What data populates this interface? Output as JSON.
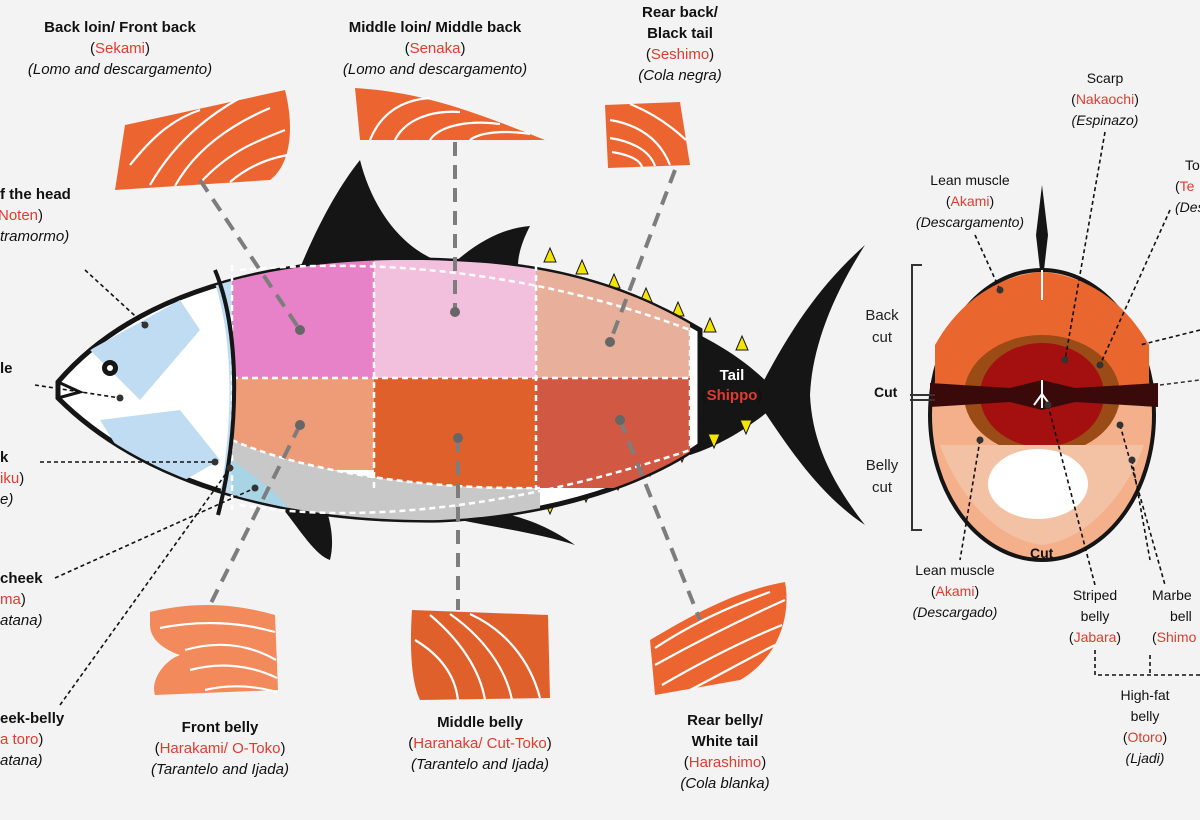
{
  "colors": {
    "japanese_name": "#e03b2f",
    "steak": "#ec6530",
    "steak_light": "#f28a5c",
    "dorsal_loin": "#e882c8",
    "middle_back": "#f2bfdc",
    "rear_back": "#e8b09a",
    "front_belly": "#ee9b78",
    "middle_belly": "#e0602c",
    "rear_belly": "#d15842",
    "head": "#bfdcf2",
    "fish_dark": "#151515",
    "finlet": "#f4e500"
  },
  "labels": {
    "back_loin": {
      "title": "Back loin/ Front back",
      "jp": "Sekami",
      "es": "Lomo and descargamento"
    },
    "middle_loin": {
      "title": "Middle loin/ Middle  back",
      "jp": "Senaka",
      "es": "Lomo and descargamento"
    },
    "rear_back": {
      "title1": "Rear back/",
      "title2": "Black tail",
      "jp": "Seshimo",
      "es": "Cola negra"
    },
    "top_head": {
      "title": "f the head",
      "jp": "Noten",
      "es": "tramormo"
    },
    "left_cut_a": {
      "title": "le"
    },
    "left_cut_b": {
      "title": "k",
      "jp": "iku",
      "es": "e"
    },
    "cheek": {
      "title": "cheek",
      "jp": "ma",
      "es": "atana"
    },
    "cheek_belly": {
      "title": "eek-belly",
      "jp": "a toro",
      "es": "atana"
    },
    "tail": {
      "title": "Tail",
      "jp": "Shippo"
    },
    "front_belly": {
      "title": "Front belly",
      "jp": "Harakami/ O-Toko",
      "es": "Tarantelo and Ijada"
    },
    "middle_belly": {
      "title": "Middle belly",
      "jp": "Haranaka/ Cut-Toko",
      "es": "Tarantelo and Ijada"
    },
    "rear_belly": {
      "title1": "Rear belly/",
      "title2": "White tail",
      "jp": "Harashimo",
      "es": "Cola blanka"
    },
    "scarp": {
      "title": "Scarp",
      "jp": "Nakaochi",
      "es": "Espinazo"
    },
    "lean_top": {
      "title": "Lean muscle",
      "jp": "Akami",
      "es": "Descargamento"
    },
    "to_right": {
      "title": "To",
      "jp": "Te",
      "es": "Desca"
    },
    "lean_bottom": {
      "title": "Lean muscle",
      "jp": "Akami",
      "es": "Descargado"
    },
    "striped_belly": {
      "title1": "Striped",
      "title2": "belly",
      "jp": "Jabara"
    },
    "marbled_belly": {
      "title1": "Marbe",
      "title2": "bell",
      "jp": "Shimo"
    },
    "high_fat": {
      "title1": "High-fat",
      "title2": "belly",
      "jp": "Otoro",
      "es": "Ljadi"
    },
    "back_cut": {
      "line1": "Back",
      "line2": "cut"
    },
    "belly_cut": {
      "line1": "Belly",
      "line2": "cut"
    },
    "cut_left": "Cut",
    "cut_bottom": "Cut"
  }
}
